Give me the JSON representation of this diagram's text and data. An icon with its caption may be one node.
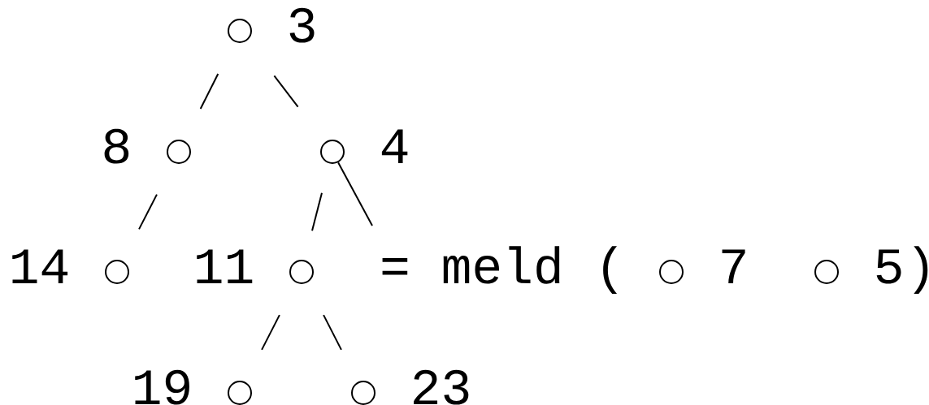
{
  "diagram": {
    "nodes": [
      {
        "text": [],
        "shape": "circle",
        "beside": [
          "3"
        ]
      },
      {
        "text": [],
        "shape": "circle",
        "beside": [
          "8"
        ]
      },
      {
        "text": [],
        "shape": "circle",
        "beside": [
          "4"
        ]
      },
      {
        "text": [],
        "shape": "circle",
        "beside": [
          "14"
        ]
      },
      {
        "text": [],
        "shape": "circle",
        "beside": [
          "11"
        ]
      },
      {
        "text": [],
        "shape": "circle",
        "beside": [
          "19"
        ]
      },
      {
        "text": [],
        "shape": "circle",
        "beside": [
          "23"
        ]
      },
      {
        "text": [],
        "shape": "circle",
        "beside": [
          "7"
        ]
      },
      {
        "text": [],
        "shape": "circle",
        "beside": [
          "5"
        ]
      }
    ],
    "edges": [
      {
        "from": 0,
        "to": 1,
        "arrow": "none"
      },
      {
        "from": 0,
        "to": 2,
        "arrow": "none"
      },
      {
        "from": 1,
        "to": 3,
        "arrow": "none"
      },
      {
        "from": 2,
        "to": 4,
        "arrow": "none"
      },
      {
        "from": 2,
        "to": null,
        "arrow": "none"
      },
      {
        "from": 4,
        "to": 5,
        "arrow": "none"
      },
      {
        "from": 4,
        "to": 6,
        "arrow": "none"
      }
    ],
    "labels": [
      "= meld (",
      ")"
    ]
  }
}
